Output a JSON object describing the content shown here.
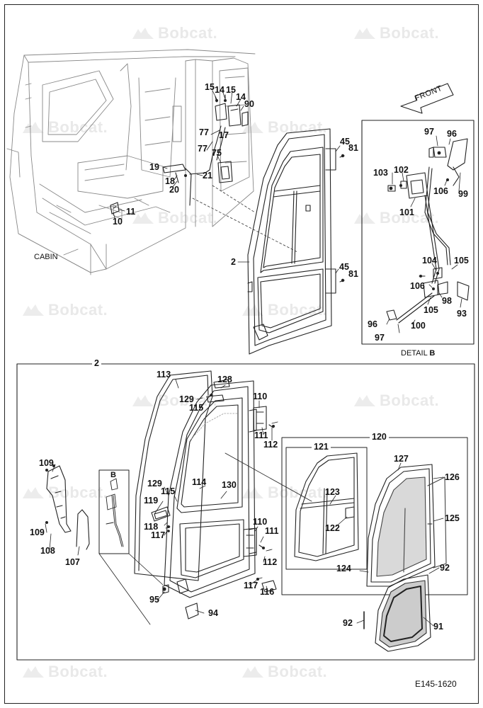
{
  "watermark": {
    "text": "Bobcat."
  },
  "captions": {
    "cabin": "CABIN",
    "detail_b": "DETAIL",
    "detail_b_letter": "B",
    "front": "FRONT",
    "inset_b": "B",
    "door_group": "2",
    "glass_group": "120",
    "glass_subgroup": "121"
  },
  "drawing_code": "E145-1620",
  "labels": [
    {
      "id": "l15a",
      "text": "15"
    },
    {
      "id": "l14a",
      "text": "14"
    },
    {
      "id": "l15b",
      "text": "15"
    },
    {
      "id": "l14b",
      "text": "14"
    },
    {
      "id": "l90",
      "text": "90"
    },
    {
      "id": "l77a",
      "text": "77"
    },
    {
      "id": "l17",
      "text": "17"
    },
    {
      "id": "l77b",
      "text": "77"
    },
    {
      "id": "l75",
      "text": "75"
    },
    {
      "id": "l19",
      "text": "19"
    },
    {
      "id": "l21",
      "text": "21"
    },
    {
      "id": "l18",
      "text": "18"
    },
    {
      "id": "l20",
      "text": "20"
    },
    {
      "id": "l10",
      "text": "10"
    },
    {
      "id": "l11",
      "text": "11"
    },
    {
      "id": "l45a",
      "text": "45"
    },
    {
      "id": "l81a",
      "text": "81"
    },
    {
      "id": "l2a",
      "text": "2"
    },
    {
      "id": "l45b",
      "text": "45"
    },
    {
      "id": "l81b",
      "text": "81"
    },
    {
      "id": "l97a",
      "text": "97"
    },
    {
      "id": "l96a",
      "text": "96"
    },
    {
      "id": "l103",
      "text": "103"
    },
    {
      "id": "l102",
      "text": "102"
    },
    {
      "id": "l106a",
      "text": "106"
    },
    {
      "id": "l99",
      "text": "99"
    },
    {
      "id": "l101",
      "text": "101"
    },
    {
      "id": "l104",
      "text": "104"
    },
    {
      "id": "l105a",
      "text": "105"
    },
    {
      "id": "l106b",
      "text": "106"
    },
    {
      "id": "l98",
      "text": "98"
    },
    {
      "id": "l105b",
      "text": "105"
    },
    {
      "id": "l93",
      "text": "93"
    },
    {
      "id": "l96b",
      "text": "96"
    },
    {
      "id": "l100",
      "text": "100"
    },
    {
      "id": "l97b",
      "text": "97"
    },
    {
      "id": "l113",
      "text": "113"
    },
    {
      "id": "l128",
      "text": "128"
    },
    {
      "id": "l129a",
      "text": "129"
    },
    {
      "id": "l115a",
      "text": "115"
    },
    {
      "id": "l110a",
      "text": "110"
    },
    {
      "id": "l111a",
      "text": "111"
    },
    {
      "id": "l112a",
      "text": "112"
    },
    {
      "id": "l109a",
      "text": "109"
    },
    {
      "id": "l129b",
      "text": "129"
    },
    {
      "id": "l115b",
      "text": "115"
    },
    {
      "id": "l114",
      "text": "114"
    },
    {
      "id": "l130",
      "text": "130"
    },
    {
      "id": "l119",
      "text": "119"
    },
    {
      "id": "l118",
      "text": "118"
    },
    {
      "id": "l117a",
      "text": "117"
    },
    {
      "id": "l109b",
      "text": "109"
    },
    {
      "id": "l108",
      "text": "108"
    },
    {
      "id": "l107",
      "text": "107"
    },
    {
      "id": "l110b",
      "text": "110"
    },
    {
      "id": "l111b",
      "text": "111"
    },
    {
      "id": "l112b",
      "text": "112"
    },
    {
      "id": "l117b",
      "text": "117"
    },
    {
      "id": "l116",
      "text": "116"
    },
    {
      "id": "l95",
      "text": "95"
    },
    {
      "id": "l94",
      "text": "94"
    },
    {
      "id": "l123",
      "text": "123"
    },
    {
      "id": "l122",
      "text": "122"
    },
    {
      "id": "l127",
      "text": "127"
    },
    {
      "id": "l126",
      "text": "126"
    },
    {
      "id": "l125",
      "text": "125"
    },
    {
      "id": "l124",
      "text": "124"
    },
    {
      "id": "l92a",
      "text": "92"
    },
    {
      "id": "l92b",
      "text": "92"
    },
    {
      "id": "l91",
      "text": "91"
    }
  ]
}
